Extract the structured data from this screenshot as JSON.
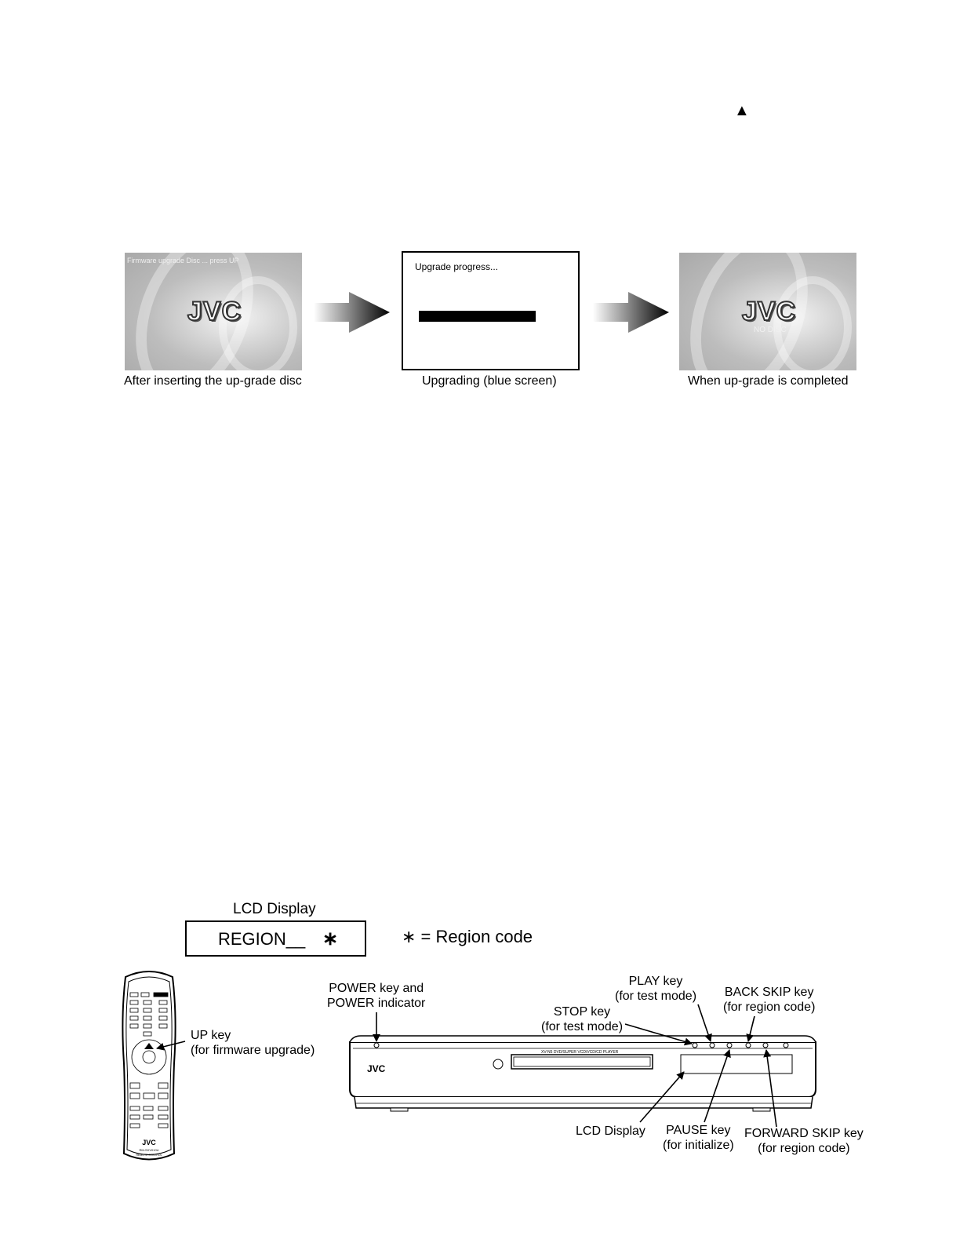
{
  "top_symbol": "▲",
  "screens": {
    "first": {
      "message": "Firmware upgrade Disc ... press UP",
      "logo": "JVC",
      "caption": "After inserting the up-grade disc"
    },
    "second": {
      "message": "Upgrade progress...",
      "progress": 0.66,
      "caption": "Upgrading (blue screen)"
    },
    "third": {
      "logo": "JVC",
      "message": "NO DISC",
      "caption": "When up-grade is completed"
    }
  },
  "lcd": {
    "title": "LCD Display",
    "text": "REGION__",
    "asterisk": "∗",
    "legend": "∗ = Region code"
  },
  "remote": {
    "up_key_label": "UP key",
    "up_key_note": "(for firmware upgrade)",
    "logo": "JVC",
    "model": "RM-SXV010U",
    "type": "REMOTE CONTROL"
  },
  "player": {
    "logo": "JVC",
    "model_text": "XV-N5  DVD/SUPER VCD/VCD/CD PLAYER",
    "labels": {
      "power_1": "POWER key and",
      "power_2": "POWER indicator",
      "play_1": "PLAY key",
      "play_2": "(for test mode)",
      "stop_1": "STOP key",
      "stop_2": "(for test mode)",
      "back_1": "BACK SKIP key",
      "back_2": "(for region code)",
      "lcd_1": "LCD Display",
      "pause_1": "PAUSE key",
      "pause_2": "(for initialize)",
      "fwd_1": "FORWARD SKIP key",
      "fwd_2": "(for region code)"
    }
  }
}
